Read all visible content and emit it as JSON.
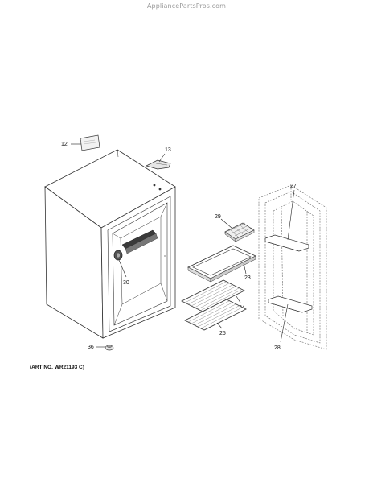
{
  "watermark": "AppliancePartsPros.com",
  "art_number": "(ART NO. WR21193 C)",
  "callouts": {
    "p12": "12",
    "p13": "13",
    "p23": "23",
    "p24": "24",
    "p25": "25",
    "p27": "27",
    "p28": "28",
    "p29": "29",
    "p30": "30",
    "p36": "36"
  }
}
